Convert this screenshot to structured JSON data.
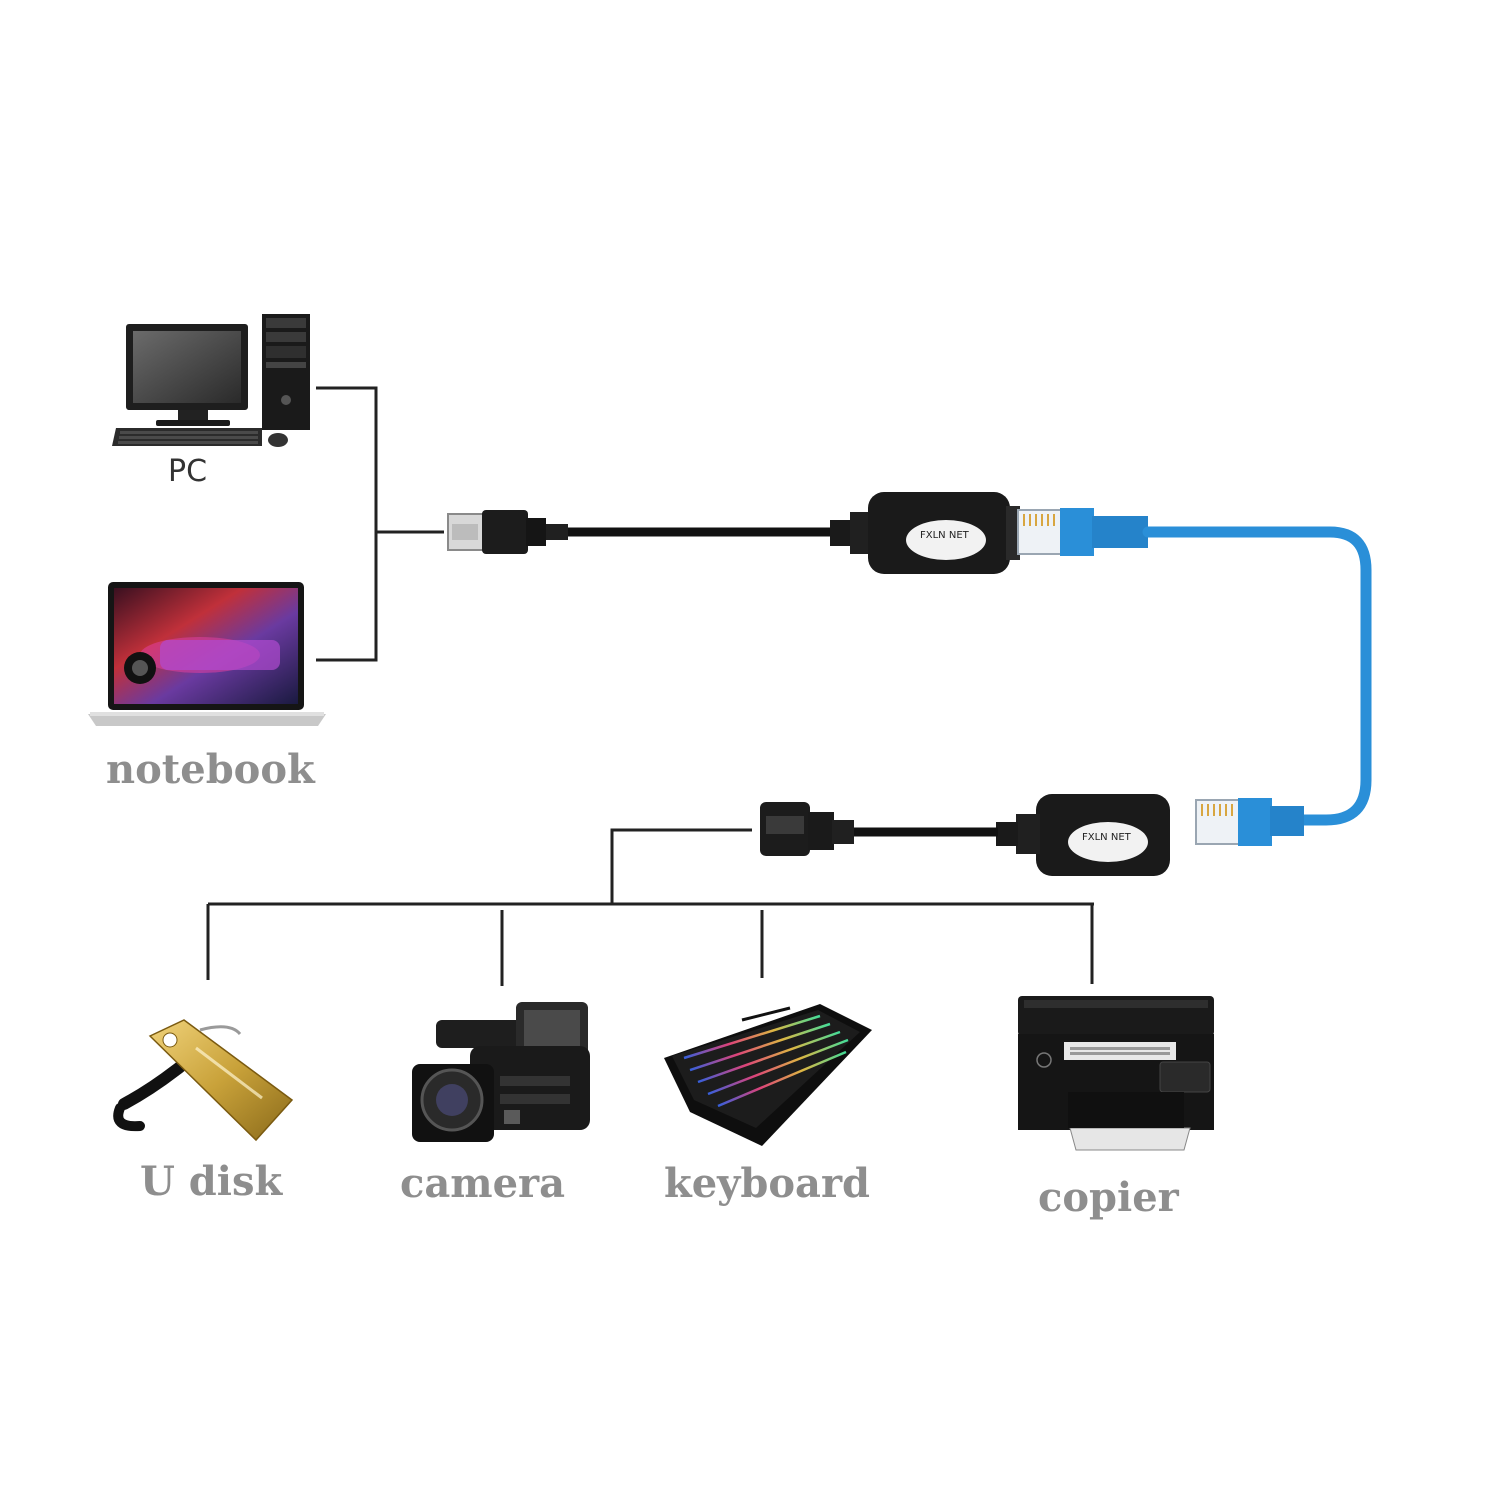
{
  "sources": {
    "pc": {
      "label": "PC"
    },
    "notebook": {
      "label": "notebook"
    }
  },
  "extender": {
    "sender_badge": "FXLN NET",
    "receiver_badge": "FXLN NET"
  },
  "devices": [
    {
      "label": "U disk"
    },
    {
      "label": "camera"
    },
    {
      "label": "keyboard"
    },
    {
      "label": "copier"
    }
  ],
  "colors": {
    "line": "#222222",
    "cable_blue": "#2a8fd8",
    "label_grey": "#8e8e8e",
    "black_body": "#111111"
  }
}
